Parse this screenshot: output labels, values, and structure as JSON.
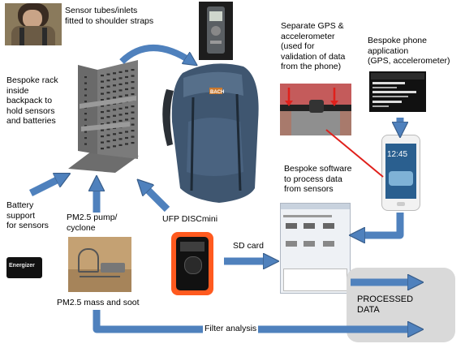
{
  "labels": {
    "sensor_tubes": [
      "Sensor tubes/inlets",
      "fitted to shoulder straps"
    ],
    "rack": [
      "Bespoke rack",
      "inside",
      "backpack to",
      "hold sensors",
      "and batteries"
    ],
    "gps": [
      "Separate GPS &",
      "accelerometer",
      "(used for",
      "validation of data",
      "from the phone)"
    ],
    "phone_app": [
      "Bespoke phone",
      "application",
      "(GPS, accelerometer)"
    ],
    "software": [
      "Bespoke software",
      "to process data",
      "from sensors"
    ],
    "battery": [
      "Battery",
      "support",
      "for sensors"
    ],
    "pump": [
      "PM2.5 pump/",
      "cyclone"
    ],
    "ufp": [
      "UFP DISCmini"
    ],
    "sd_card": [
      "SD card"
    ],
    "pm25": [
      "PM2.5 mass and soot"
    ],
    "filter": [
      "Filter analysis"
    ],
    "processed": [
      "PROCESSED",
      "DATA"
    ]
  },
  "photo_text": {
    "battery_brand": "Energizer",
    "backpack_brand": "BACH",
    "phone_time": "12:45"
  },
  "colors": {
    "arrow_fill": "#4f81bd",
    "arrow_stroke": "#385d8a",
    "red_line": "#e0201b",
    "processed_box": "#d9d9d9"
  }
}
